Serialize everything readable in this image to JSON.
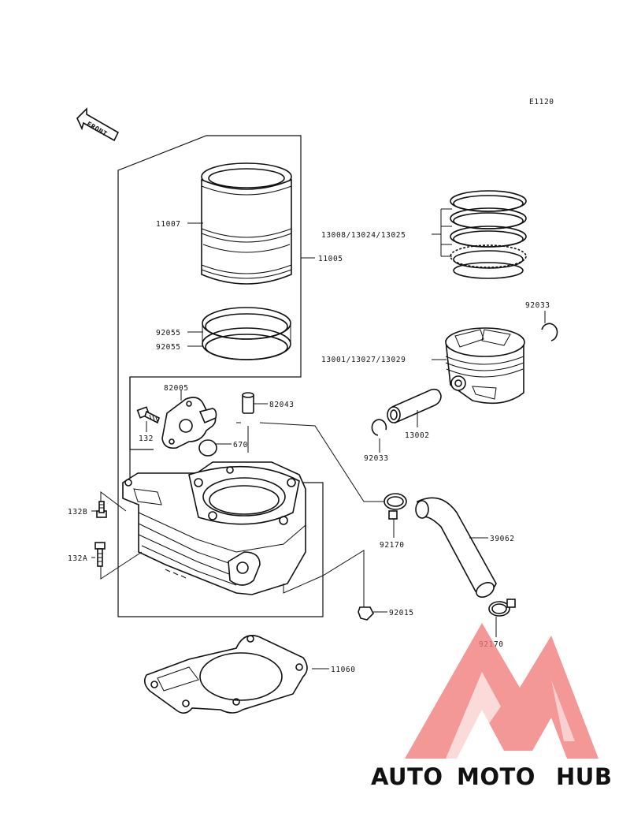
{
  "diagram": {
    "code": "E1120",
    "front_label": "FRONT",
    "labels": {
      "l11007": "11007",
      "l11005": "11005",
      "l13008": "13008/13024/13025",
      "l92033a": "92033",
      "l92055a": "92055",
      "l92055b": "92055",
      "l13001": "13001/13027/13029",
      "l82005": "82005",
      "l82043": "82043",
      "l132": "132",
      "l670": "670",
      "l13002": "13002",
      "l92033b": "92033",
      "l132B": "132B",
      "l132A": "132A",
      "l92170a": "92170",
      "l39062": "39062",
      "l92015": "92015",
      "l92170b": "92170",
      "l11060": "11060"
    }
  },
  "watermark": {
    "word_auto": "AUTO",
    "word_moto": "MOTO",
    "word_hub": "HUB",
    "color_auto": "#f5b05a",
    "color_moto": "#f06a6a",
    "color_hub": "#777777"
  }
}
